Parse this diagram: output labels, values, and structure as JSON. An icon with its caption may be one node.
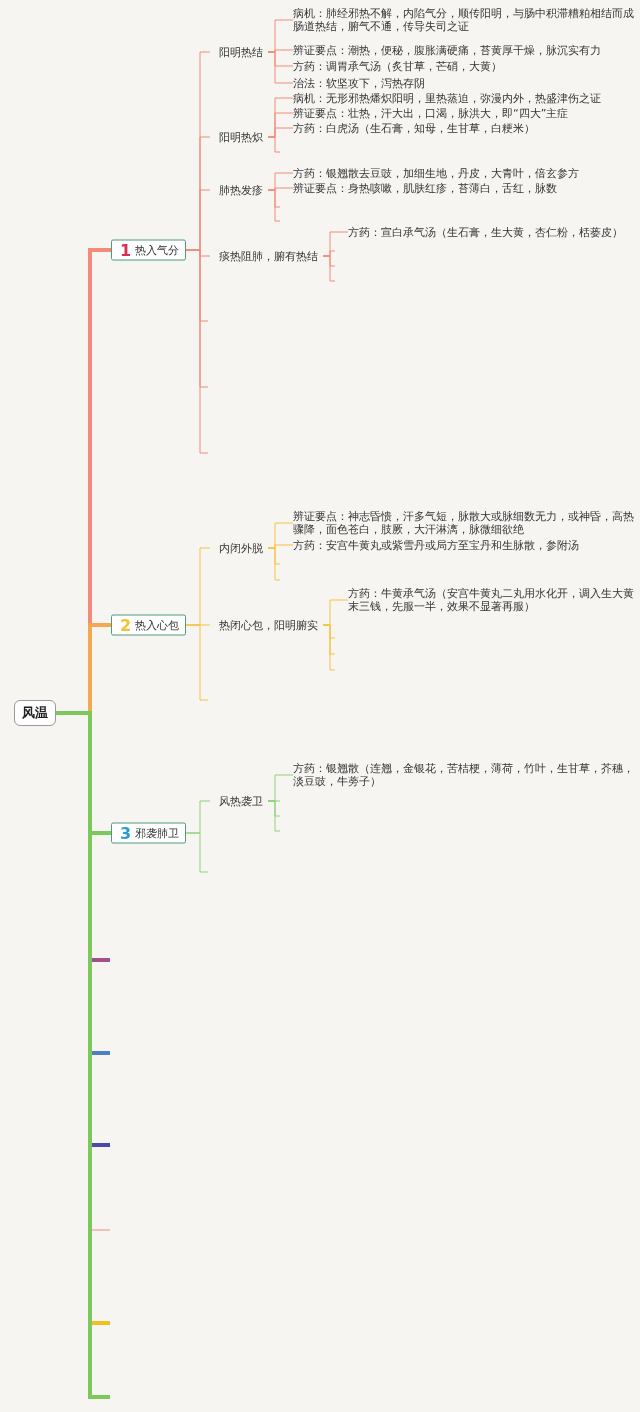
{
  "diagram": {
    "nodes": [
      {
        "text": [
          "风温"
        ]
      },
      {
        "text": [
          "1",
          "热入气分"
        ]
      },
      {
        "text": [
          "阳明热结"
        ]
      },
      {
        "text": [
          "病机：肺经邪热不解，内陷气分，顺传阳明，与肠中积滞糟粕相结而成肠道热结，腑气不通，传导失司之证"
        ]
      },
      {
        "text": [
          "辨证要点：潮热，便秘，腹胀满硬痛，苔黄厚干燥，脉沉实有力"
        ]
      },
      {
        "text": [
          "方药：调胃承气汤（炙甘草，芒硝，大黄）"
        ]
      },
      {
        "text": [
          "治法：软坚攻下，泻热存阴"
        ]
      },
      {
        "text": [
          "阳明热炽"
        ]
      },
      {
        "text": [
          "病机：无形邪热燔炽阳明，里热蒸迫，弥漫内外，热盛津伤之证"
        ]
      },
      {
        "text": [
          "辨证要点：壮热，汗大出，口渴，脉洪大，即“四大”主症"
        ]
      },
      {
        "text": [
          "方药：白虎汤（生石膏，知母，生甘草，白粳米）"
        ]
      },
      {
        "text": [
          "肺热发疹"
        ]
      },
      {
        "text": [
          "方药：银翘散去豆豉，加细生地，丹皮，大青叶，倍玄参方"
        ]
      },
      {
        "text": [
          "辨证要点：身热咳嗽，肌肤红疹，苔薄白，舌红，脉数"
        ]
      },
      {
        "text": [
          "痰热阻肺，腑有热结"
        ]
      },
      {
        "text": [
          "方药：宣白承气汤（生石膏，生大黄，杏仁粉，栝蒌皮）"
        ]
      },
      {
        "text": [
          "2",
          "热入心包"
        ]
      },
      {
        "text": [
          "内闭外脱"
        ]
      },
      {
        "text": [
          "辨证要点：神志昏愦，汗多气短，脉散大或脉细数无力，或神昏，高热骤降，面色苍白，肢厥，大汗淋漓，脉微细欲绝"
        ]
      },
      {
        "text": [
          "方药：安宫牛黄丸或紫雪丹或局方至宝丹和生脉散，参附汤"
        ]
      },
      {
        "text": [
          "热闭心包，阳明腑实"
        ]
      },
      {
        "text": [
          "方药：牛黄承气汤（安宫牛黄丸二丸用水化开，调入生大黄末三钱，先服一半，效果不显著再服）"
        ]
      },
      {
        "text": [
          "3",
          "邪袭肺卫"
        ]
      },
      {
        "text": [
          "风热袭卫"
        ]
      },
      {
        "text": [
          "方药：银翘散（连翘，金银花，苦桔梗，薄荷，竹叶，生甘草，芥穗，淡豆豉，牛蒡子）"
        ]
      }
    ],
    "edges": [
      {
        "from": 0,
        "to": 1,
        "arrow": "none",
        "style": "thick"
      },
      {
        "from": 0,
        "to": 16,
        "arrow": "none",
        "style": "thick",
        "color": "#f5a850"
      },
      {
        "from": 0,
        "to": 22,
        "arrow": "none",
        "style": "thick",
        "color": "#7cc85a"
      },
      {
        "from": 0,
        "to": null,
        "arrow": "none",
        "style": "thick",
        "color": "#a0508a"
      },
      {
        "from": 0,
        "to": null,
        "arrow": "none",
        "style": "thick",
        "color": "#4a80c8"
      },
      {
        "from": 0,
        "to": null,
        "arrow": "none",
        "style": "thick",
        "color": "#4a4aa8"
      },
      {
        "from": 0,
        "to": null,
        "arrow": "none",
        "color": "#f08a8a"
      },
      {
        "from": 0,
        "to": null,
        "arrow": "none",
        "style": "thick",
        "color": "#f0c020"
      },
      {
        "from": 0,
        "to": null,
        "arrow": "none",
        "style": "thick",
        "color": "#7cc85a"
      },
      {
        "from": 1,
        "to": 2,
        "arrow": "none"
      },
      {
        "from": 2,
        "to": 3,
        "arrow": "none"
      },
      {
        "from": 2,
        "to": 4,
        "arrow": "none"
      },
      {
        "from": 2,
        "to": 5,
        "arrow": "none"
      },
      {
        "from": 2,
        "to": 6,
        "arrow": "none"
      },
      {
        "from": 1,
        "to": 7,
        "arrow": "none"
      },
      {
        "from": 7,
        "to": 8,
        "arrow": "none"
      },
      {
        "from": 7,
        "to": 9,
        "arrow": "none"
      },
      {
        "from": 7,
        "to": 10,
        "arrow": "none"
      },
      {
        "from": 7,
        "to": null,
        "arrow": "none"
      },
      {
        "from": 1,
        "to": 11,
        "arrow": "none"
      },
      {
        "from": 11,
        "to": 12,
        "arrow": "none"
      },
      {
        "from": 11,
        "to": 13,
        "arrow": "none"
      },
      {
        "from": 11,
        "to": null,
        "arrow": "none"
      },
      {
        "from": 11,
        "to": null,
        "arrow": "none"
      },
      {
        "from": 1,
        "to": 14,
        "arrow": "none"
      },
      {
        "from": 14,
        "to": 15,
        "arrow": "none"
      },
      {
        "from": 14,
        "to": null,
        "arrow": "none"
      },
      {
        "from": 14,
        "to": null,
        "arrow": "none"
      },
      {
        "from": 14,
        "to": null,
        "arrow": "none"
      },
      {
        "from": 1,
        "to": null,
        "arrow": "none"
      },
      {
        "from": 1,
        "to": null,
        "arrow": "none"
      },
      {
        "from": 1,
        "to": null,
        "arrow": "none"
      },
      {
        "from": 16,
        "to": 17,
        "arrow": "none",
        "color": "#f5c242"
      },
      {
        "from": 17,
        "to": 18,
        "arrow": "none",
        "color": "#f5c242"
      },
      {
        "from": 17,
        "to": 19,
        "arrow": "none",
        "color": "#f5c242"
      },
      {
        "from": 17,
        "to": null,
        "arrow": "none",
        "color": "#f5c242"
      },
      {
        "from": 17,
        "to": null,
        "arrow": "none",
        "color": "#f5c242"
      },
      {
        "from": 16,
        "to": 20,
        "arrow": "none",
        "color": "#f5c242"
      },
      {
        "from": 20,
        "to": 21,
        "arrow": "none",
        "color": "#f5c242"
      },
      {
        "from": 20,
        "to": null,
        "arrow": "none",
        "color": "#f5c242"
      },
      {
        "from": 20,
        "to": null,
        "arrow": "none",
        "color": "#f5c242"
      },
      {
        "from": 20,
        "to": null,
        "arrow": "none",
        "color": "#f5c242"
      },
      {
        "from": 16,
        "to": null,
        "arrow": "none",
        "color": "#f5c242"
      },
      {
        "from": 22,
        "to": 23,
        "arrow": "none",
        "color": "#8fd07a"
      },
      {
        "from": 23,
        "to": 24,
        "arrow": "none",
        "color": "#8fd07a"
      },
      {
        "from": 23,
        "to": null,
        "arrow": "none",
        "color": "#8fd07a"
      },
      {
        "from": 23,
        "to": null,
        "arrow": "none",
        "color": "#8fd07a"
      },
      {
        "from": 23,
        "to": null,
        "arrow": "none",
        "color": "#8fd07a"
      },
      {
        "from": 22,
        "to": null,
        "arrow": "none",
        "color": "#8fd07a"
      }
    ]
  }
}
